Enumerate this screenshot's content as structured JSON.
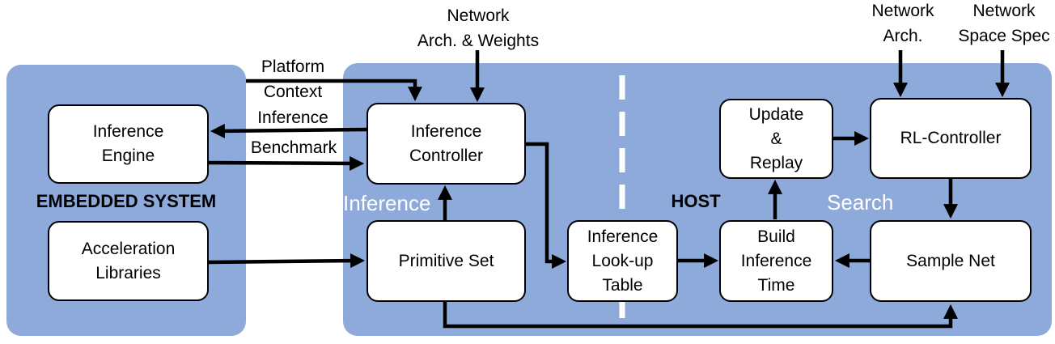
{
  "colors": {
    "panel": "#8eaadb",
    "node_fill": "#ffffff",
    "line": "#000000",
    "section_label": "#ffffff"
  },
  "embedded": {
    "title": "EMBEDDED SYSTEM",
    "inference_engine": "Inference\nEngine",
    "acceleration_libraries": "Acceleration\nLibraries"
  },
  "host": {
    "title": "HOST",
    "inference_section": "Inference",
    "search_section": "Search",
    "inference_controller": "Inference\nController",
    "primitive_set": "Primitive Set",
    "lookup_table": "Inference\nLook-up\nTable",
    "build_inference_time": "Build\nInference\nTime",
    "update_replay": "Update\n&\nReplay",
    "rl_controller": "RL-Controller",
    "sample_net": "Sample Net"
  },
  "labels": {
    "platform_context": "Platform\nContext",
    "inference": "Inference",
    "benchmark": "Benchmark",
    "network_arch_weights": "Network\nArch.  & Weights",
    "network_arch": "Network\nArch.",
    "network_space_spec": "Network\nSpace Spec"
  }
}
